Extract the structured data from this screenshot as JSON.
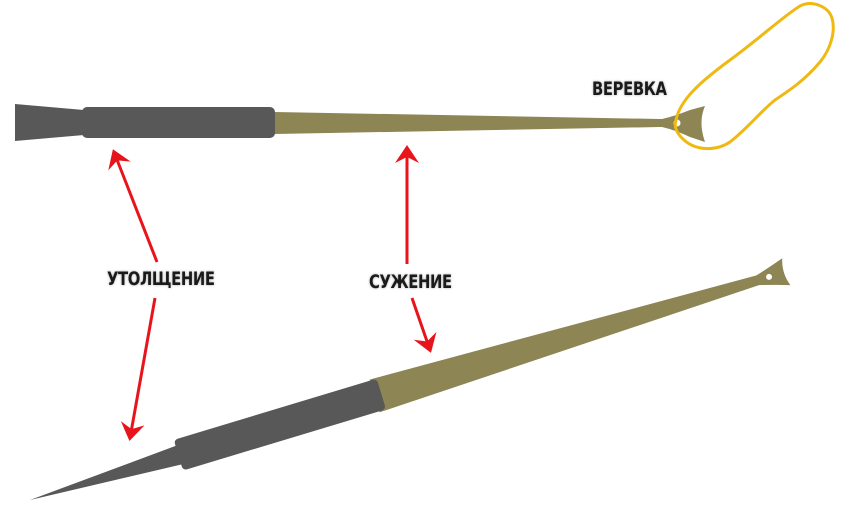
{
  "labels": {
    "rope": "ВЕРЕВКА",
    "thickening": "УТОЛЩЕНИЕ",
    "narrowing": "СУЖЕНИЕ"
  },
  "colors": {
    "handle": "#585858",
    "shaft": "#8e8555",
    "rope": "#f0b912",
    "arrow": "#e8141b"
  }
}
